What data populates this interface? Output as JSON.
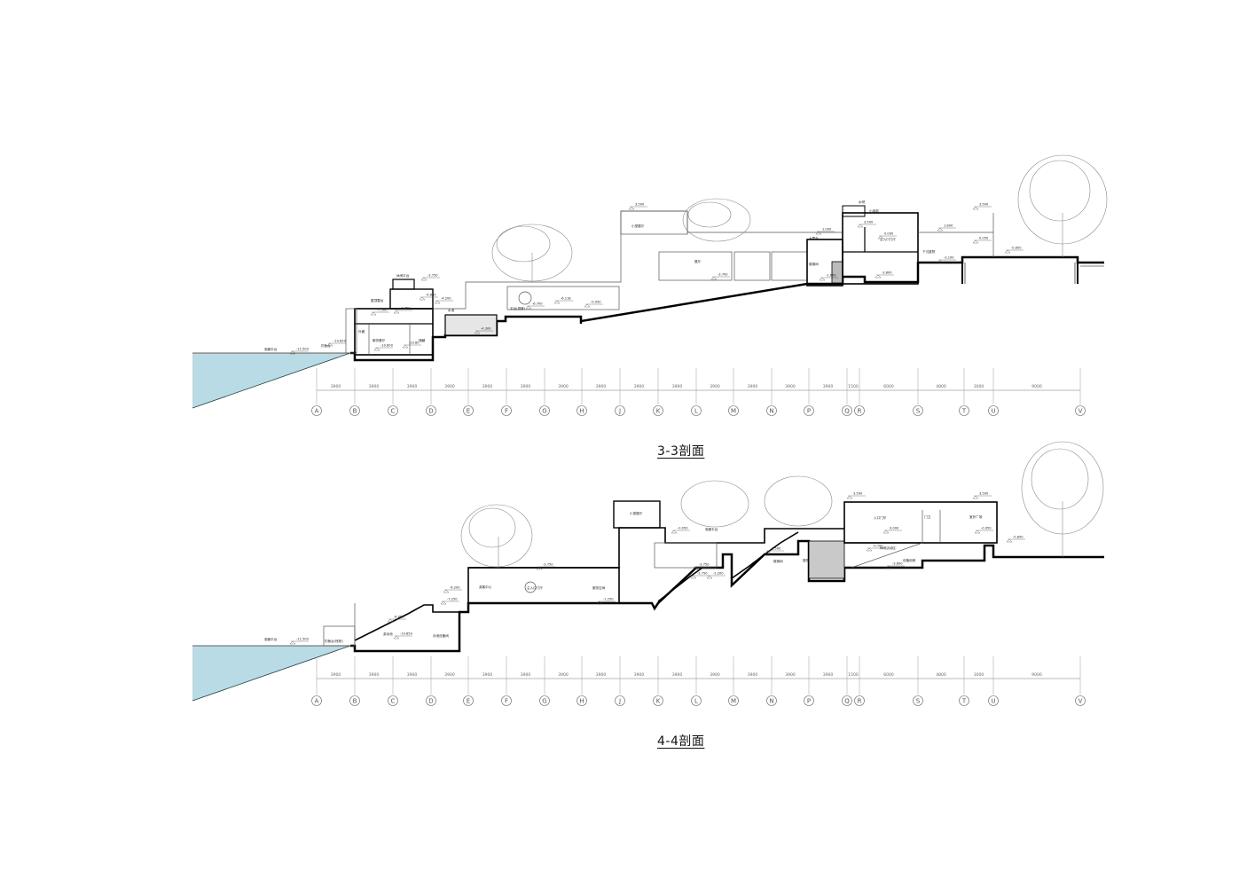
{
  "colors": {
    "water": "#b9dbe5",
    "ink": "#000000",
    "line": "#555555",
    "tree": "#8a8a8a"
  },
  "grid": {
    "axes": [
      "A",
      "B",
      "C",
      "D",
      "E",
      "F",
      "G",
      "H",
      "J",
      "K",
      "L",
      "M",
      "N",
      "P",
      "Q",
      "R",
      "S",
      "T",
      "U",
      "V"
    ],
    "spacings": [
      "3900",
      "3900",
      "3900",
      "3900",
      "3900",
      "3900",
      "3900",
      "3900",
      "3900",
      "3900",
      "3900",
      "3900",
      "3900",
      "3900",
      "1500",
      "6000",
      "4800",
      "3000",
      "9000"
    ]
  },
  "section_33": {
    "title": "3-3剖面",
    "labels": [
      "观景平台",
      "钓鱼台",
      "外廊",
      "服务餐厅",
      "储藏",
      "屋顶露台",
      "休闲平台",
      "水池",
      "平台(观景)",
      "小型展厅",
      "展厅",
      "楼梯间",
      "主入口门厅",
      "大露台",
      "下沉庭院",
      "小卖部",
      "水吧"
    ],
    "levels": [
      "-11.500",
      "-10.850",
      "-10.800",
      "-10.80",
      "-7.500",
      "-7.250",
      "-4.850",
      "-4.200",
      "-3.750",
      "-4.300",
      "-6.700",
      "-6.118",
      "-0.950",
      "3.500",
      "-3.700",
      "1.000",
      "3.500",
      "0.000",
      "-1.650",
      "-3.800",
      "-3.100",
      "-0.850",
      "0.050",
      "1.800",
      "3.500"
    ]
  },
  "section_44": {
    "title": "4-4剖面",
    "labels": [
      "观景平台",
      "钓鱼台(栈桥)",
      "游泳池",
      "泳池设备间",
      "游客中心",
      "主入口门厅",
      "服务空间",
      "小型展厅",
      "观景平台",
      "楼梯间",
      "庭院",
      "入口门厅",
      "门卫",
      "室外广场",
      "休闲活动区",
      "设备用房"
    ],
    "levels": [
      "-11.500",
      "-10.850",
      "-8.050",
      "-7.250",
      "-6.200",
      "-1.250",
      "-3.750",
      "-0.050",
      "1.500",
      "-3.750",
      "-2.200",
      "-3.750",
      "0.000",
      "-0.700",
      "-3.600",
      "-0.050",
      "3.500",
      "3.500",
      "-0.850"
    ]
  }
}
